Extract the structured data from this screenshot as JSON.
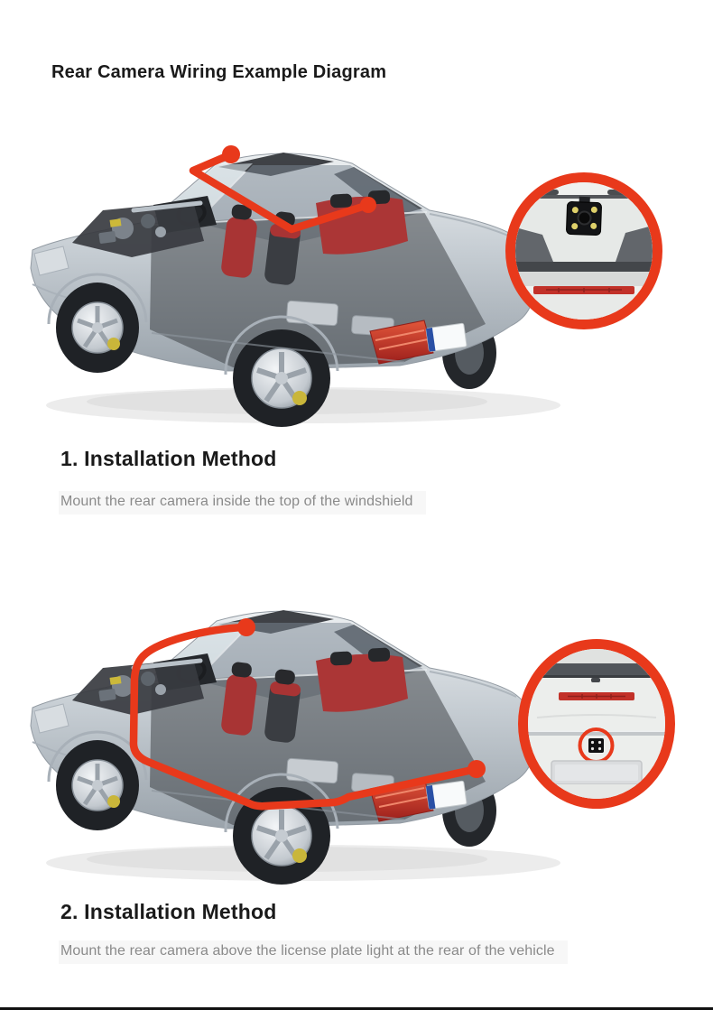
{
  "title": "Rear Camera Wiring Example Diagram",
  "sections": [
    {
      "heading": "1. Installation Method",
      "subtitle": "Mount the rear camera inside the top of the windshield"
    },
    {
      "heading": "2. Installation Method",
      "subtitle": "Mount the rear camera above the license plate light at the rear of the vehicle"
    }
  ],
  "colors": {
    "accent": "#e8391b",
    "heading_text": "#1a1a1a",
    "subtitle_text": "#8a8a8a",
    "subtitle_band": "#f7f7f7",
    "car_body_silver": "#c6cdd3",
    "seat_red": "#a83434",
    "brake_light_red": "#c23129",
    "camera_led_yellow": "#ded06a"
  }
}
